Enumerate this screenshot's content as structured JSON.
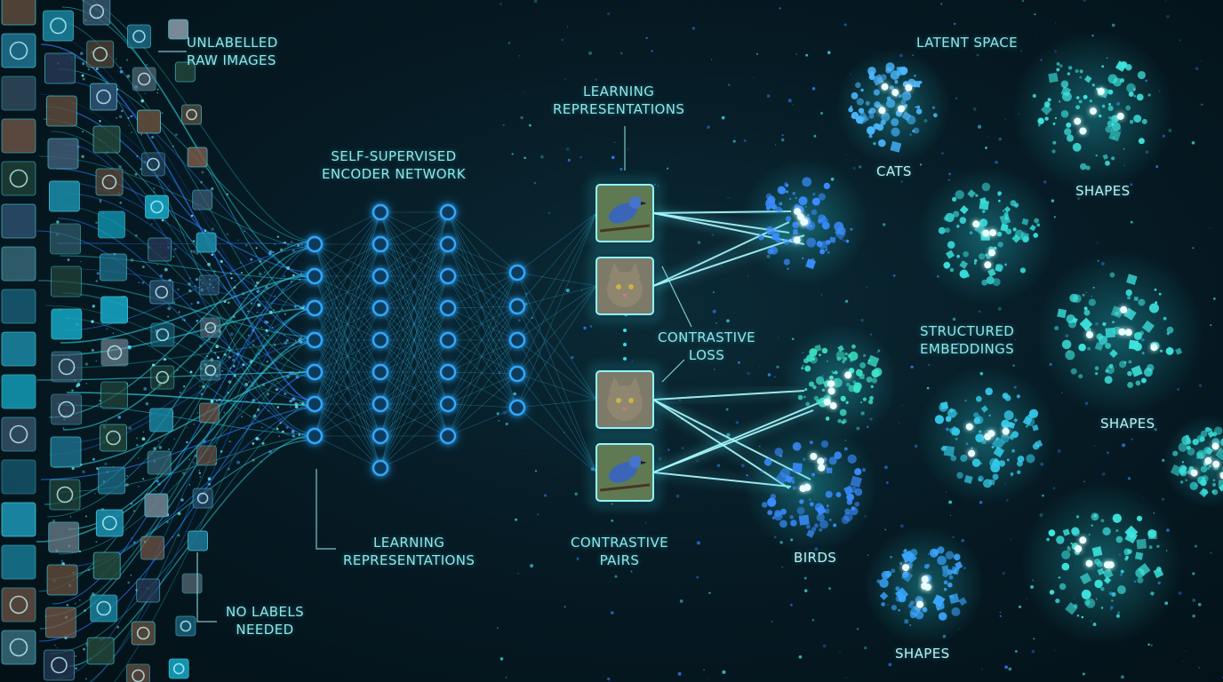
{
  "labels": {
    "unlabelled_raw_images": [
      "UNLABELLED",
      "RAW IMAGES"
    ],
    "encoder": [
      "SELF-SUPERVISED",
      "ENCODER NETWORK"
    ],
    "learning_top": [
      "LEARNING",
      "REPRESENTATIONS"
    ],
    "learning_bottom": [
      "LEARNING",
      "REPRESENTATIONS"
    ],
    "no_labels": [
      "NO LABELS",
      "NEEDED"
    ],
    "contrastive_loss": [
      "CONTRASTIVE",
      "LOSS"
    ],
    "contrastive_pairs": [
      "CONTRASTIVE",
      "PAIRS"
    ],
    "latent_space": "LATENT SPACE",
    "structured_embeddings": [
      "STRUCTURED",
      "EMBEDDINGS"
    ],
    "cluster_cats": "CATS",
    "cluster_birds": "BIRDS",
    "cluster_shapes_1": "SHAPES",
    "cluster_shapes_2": "SHAPES",
    "cluster_shapes_3": "SHAPES"
  },
  "network": {
    "layer_sizes": [
      7,
      9,
      8,
      5
    ]
  },
  "pairs": [
    "bird",
    "cat",
    "cat",
    "bird"
  ],
  "colors": {
    "accent": "#36e0e8",
    "node": "#2fa8ff",
    "beam": "#5ff4ff",
    "text": "#8fe6ea"
  }
}
